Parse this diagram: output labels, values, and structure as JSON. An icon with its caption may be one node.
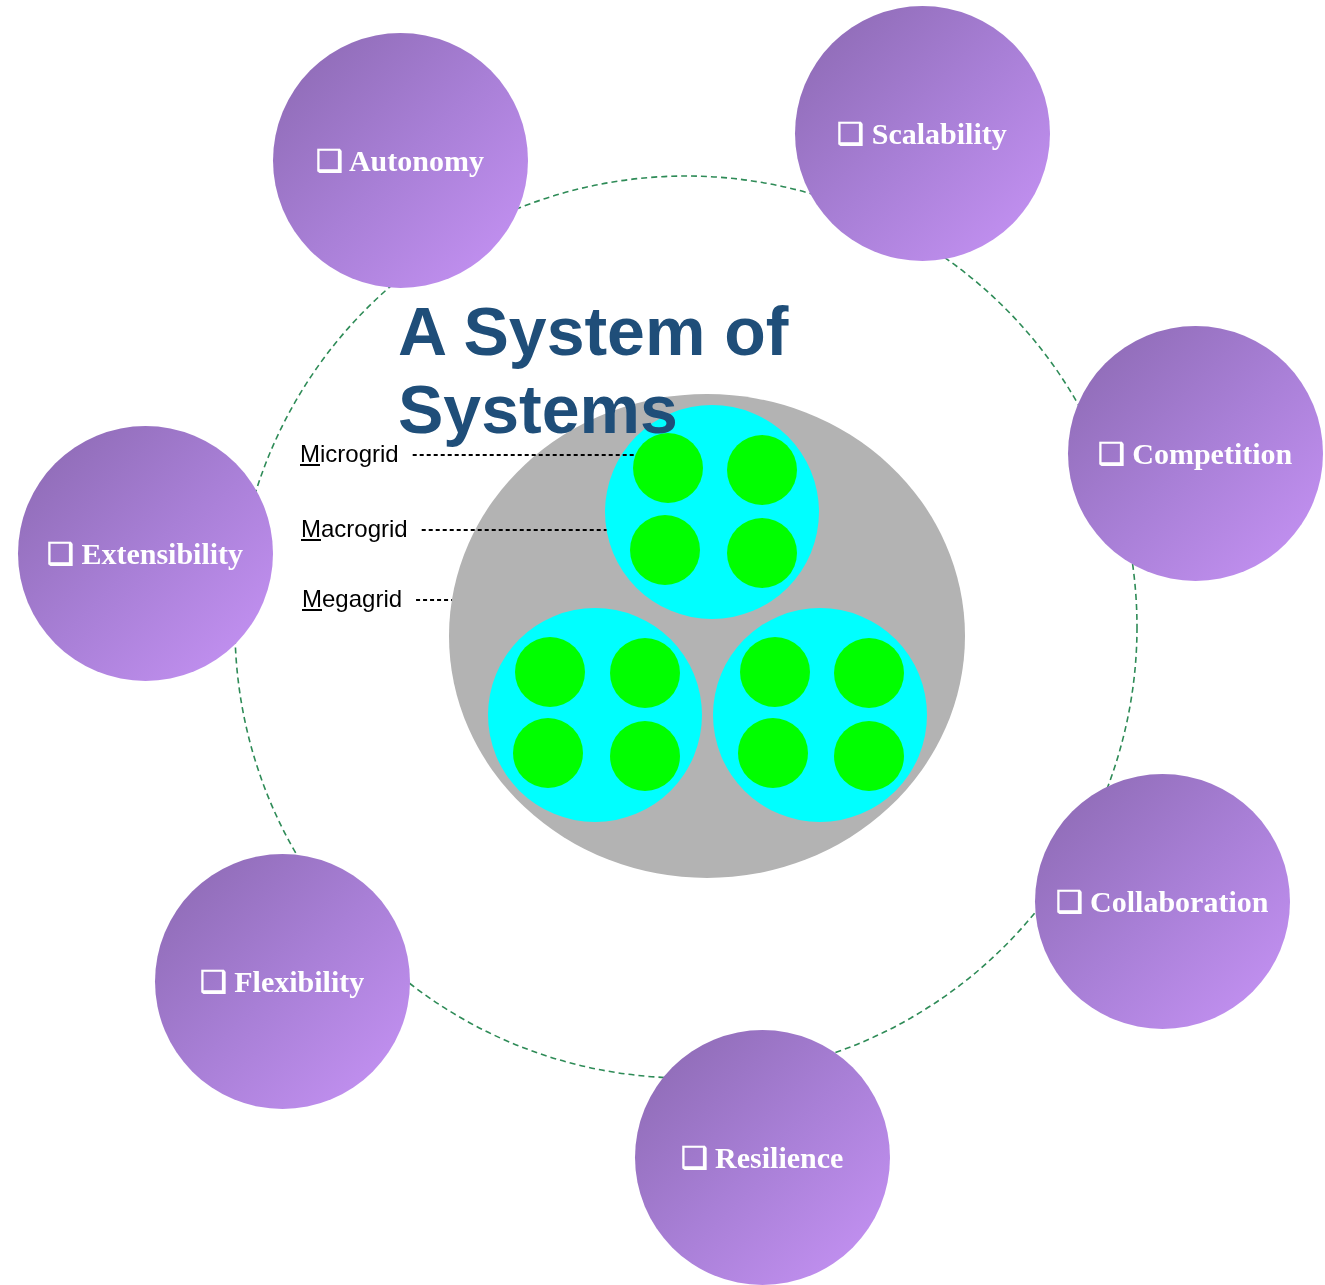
{
  "diagram": {
    "title": "A System of Systems",
    "nodes": [
      {
        "text": [
          "❑ Autonomy"
        ]
      },
      {
        "text": [
          "❑ Scalability"
        ]
      },
      {
        "text": [
          "❑ Competition"
        ]
      },
      {
        "text": [
          "❑ Extensibility"
        ]
      },
      {
        "text": [
          "❑ Flexibility"
        ]
      },
      {
        "text": [
          "❑ Collaboration"
        ]
      },
      {
        "text": [
          "❑ Resilience"
        ]
      },
      {
        "text": [
          "Microgrid"
        ]
      },
      {
        "text": [
          "Macrogrid"
        ]
      },
      {
        "text": [
          "Megagrid"
        ]
      },
      {
        "text": [],
        "shape": "circle"
      },
      {
        "text": [],
        "shape": "circle",
        "in": 10
      },
      {
        "text": [],
        "shape": "circle",
        "in": 10
      },
      {
        "text": [],
        "shape": "circle",
        "in": 10
      },
      {
        "text": [],
        "shape": "circle",
        "in": 11
      },
      {
        "text": [],
        "shape": "circle",
        "in": 11
      },
      {
        "text": [],
        "shape": "circle",
        "in": 11
      },
      {
        "text": [],
        "shape": "circle",
        "in": 11
      },
      {
        "text": [],
        "shape": "circle",
        "in": 12
      },
      {
        "text": [],
        "shape": "circle",
        "in": 12
      },
      {
        "text": [],
        "shape": "circle",
        "in": 12
      },
      {
        "text": [],
        "shape": "circle",
        "in": 12
      },
      {
        "text": [],
        "shape": "circle",
        "in": 13
      },
      {
        "text": [],
        "shape": "circle",
        "in": 13
      },
      {
        "text": [],
        "shape": "circle",
        "in": 13
      },
      {
        "text": [],
        "shape": "circle",
        "in": 13
      }
    ],
    "edges": [
      {
        "from": 7,
        "to": 14,
        "arrow": "none",
        "style": "dashed"
      },
      {
        "from": 8,
        "to": 11,
        "arrow": "none",
        "style": "dashed"
      },
      {
        "from": 9,
        "to": 10,
        "arrow": "none",
        "style": "dashed"
      }
    ]
  }
}
